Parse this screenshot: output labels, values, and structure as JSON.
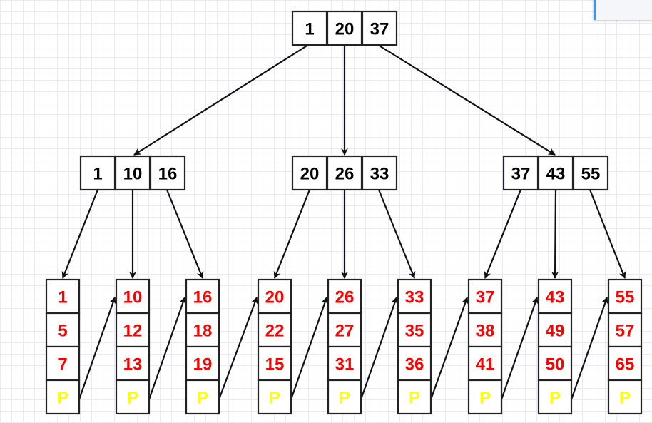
{
  "colors": {
    "index_key": "#000000",
    "leaf_key": "#ff0000",
    "pointer": "#ffff00",
    "border": "#222222",
    "grid": "#eaeaf6"
  },
  "corner_widget_text": "",
  "root": {
    "keys": [
      "1",
      "20",
      "37"
    ]
  },
  "internal": [
    {
      "keys": [
        "1",
        "10",
        "16"
      ]
    },
    {
      "keys": [
        "20",
        "26",
        "33"
      ]
    },
    {
      "keys": [
        "37",
        "43",
        "55"
      ]
    }
  ],
  "leaves": [
    {
      "keys": [
        "1",
        "5",
        "7"
      ],
      "pointer": "P"
    },
    {
      "keys": [
        "10",
        "12",
        "13"
      ],
      "pointer": "P"
    },
    {
      "keys": [
        "16",
        "18",
        "19"
      ],
      "pointer": "P"
    },
    {
      "keys": [
        "20",
        "22",
        "15"
      ],
      "pointer": "P"
    },
    {
      "keys": [
        "26",
        "27",
        "31"
      ],
      "pointer": "P"
    },
    {
      "keys": [
        "33",
        "35",
        "36"
      ],
      "pointer": "P"
    },
    {
      "keys": [
        "37",
        "38",
        "41"
      ],
      "pointer": "P"
    },
    {
      "keys": [
        "43",
        "49",
        "50"
      ],
      "pointer": "P"
    },
    {
      "keys": [
        "55",
        "57",
        "65"
      ],
      "pointer": "P"
    }
  ]
}
